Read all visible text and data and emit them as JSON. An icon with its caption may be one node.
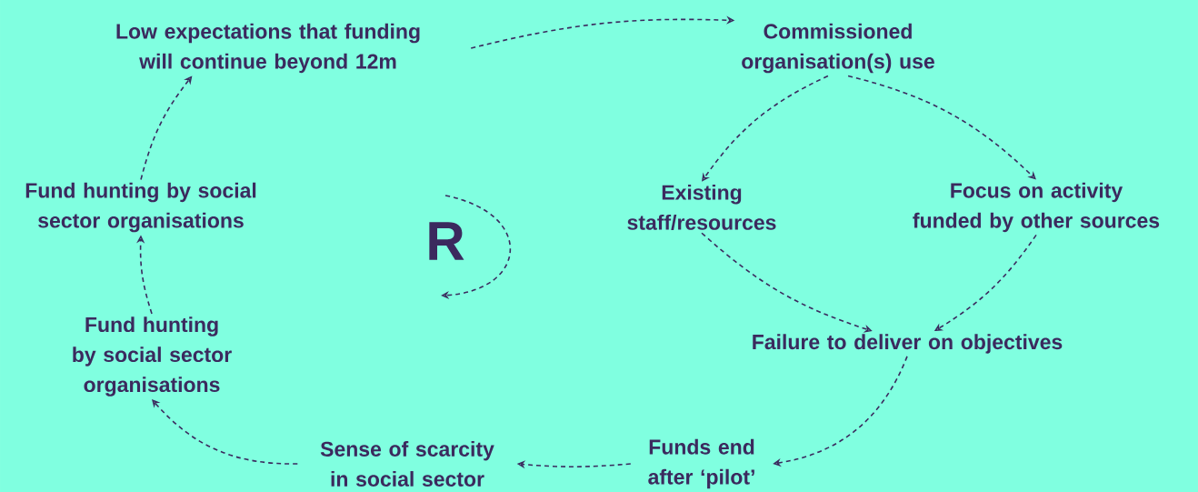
{
  "diagram": {
    "nodes": [
      {
        "text": [
          "Low expectations that funding will continue beyond 12m"
        ]
      },
      {
        "text": [
          "Commissioned organisation(s) use"
        ]
      },
      {
        "text": [
          "Existing staff/resources"
        ]
      },
      {
        "text": [
          "Focus on activity funded by other sources"
        ]
      },
      {
        "text": [
          "Failure to deliver on objectives"
        ]
      },
      {
        "text": [
          "Funds end after ‘pilot’"
        ]
      },
      {
        "text": [
          "Sense of scarcity in social sector"
        ]
      },
      {
        "text": [
          "Fund hunting by social sector organisations"
        ]
      },
      {
        "text": [
          "Fund hunting by social sector organisations"
        ]
      }
    ],
    "edges": [
      {
        "from": 0,
        "to": 1,
        "arrow": "to"
      },
      {
        "from": 1,
        "to": 2,
        "arrow": "to"
      },
      {
        "from": 1,
        "to": 3,
        "arrow": "to"
      },
      {
        "from": 2,
        "to": 4,
        "arrow": "to"
      },
      {
        "from": 3,
        "to": 4,
        "arrow": "to"
      },
      {
        "from": 4,
        "to": 5,
        "arrow": "to"
      },
      {
        "from": 5,
        "to": 6,
        "arrow": "to"
      },
      {
        "from": 6,
        "to": 7,
        "arrow": "to"
      },
      {
        "from": 7,
        "to": 8,
        "arrow": "to"
      },
      {
        "from": 8,
        "to": 0,
        "arrow": "to"
      }
    ],
    "labels": [
      "R"
    ]
  }
}
